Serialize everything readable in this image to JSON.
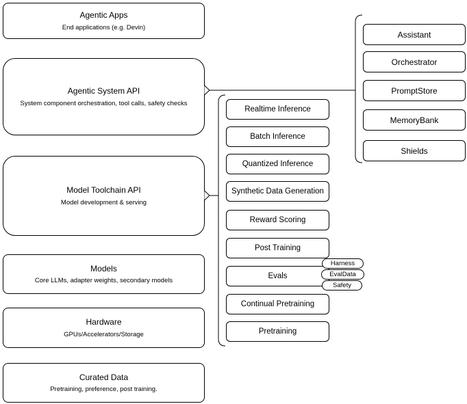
{
  "diagram": {
    "left_stack": [
      {
        "title": "Agentic Apps",
        "subtitle": "End applications (e.g. Devin)"
      },
      {
        "title": "Agentic System API",
        "subtitle": "System component orchestration, tool calls, safety checks"
      },
      {
        "title": "Model Toolchain API",
        "subtitle": "Model development & serving"
      },
      {
        "title": "Models",
        "subtitle": "Core LLMs, adapter weights, secondary models"
      },
      {
        "title": "Hardware",
        "subtitle": "GPUs/Accelerators/Storage"
      },
      {
        "title": "Curated Data",
        "subtitle": "Pretraining, preference, post training."
      }
    ],
    "toolchain_items": [
      {
        "label": "Realtime Inference"
      },
      {
        "label": "Batch Inference"
      },
      {
        "label": "Quantized Inference"
      },
      {
        "label": "Synthetic Data Generation"
      },
      {
        "label": "Reward Scoring"
      },
      {
        "label": "Post Training"
      },
      {
        "label": "Evals"
      },
      {
        "label": "Continual Pretraining"
      },
      {
        "label": "Pretraining"
      }
    ],
    "evals_tags": [
      {
        "label": "Harness"
      },
      {
        "label": "EvalData"
      },
      {
        "label": "Safety"
      }
    ],
    "system_components": [
      {
        "label": "Assistant"
      },
      {
        "label": "Orchestrator"
      },
      {
        "label": "PromptStore"
      },
      {
        "label": "MemoryBank"
      },
      {
        "label": "Shields"
      }
    ],
    "colors": {
      "border": "#000000",
      "background": "#ffffff",
      "text": "#000000"
    }
  }
}
